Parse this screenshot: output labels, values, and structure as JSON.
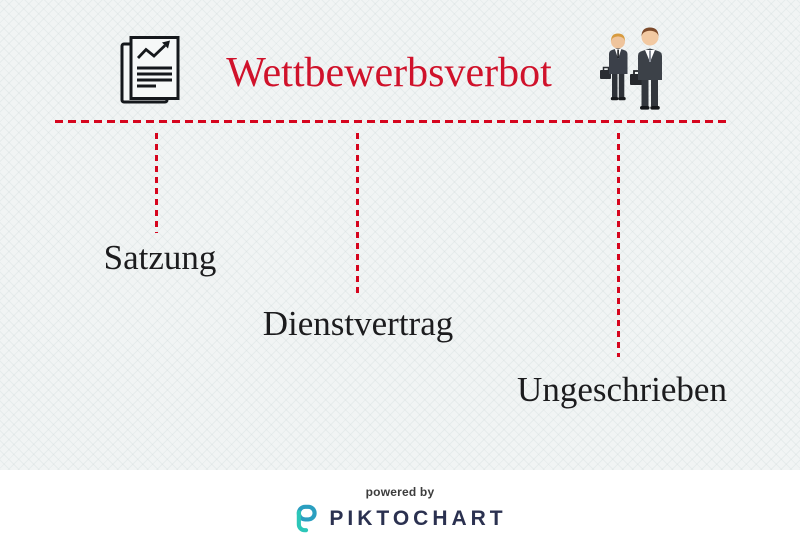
{
  "header": {
    "title": "Wettbewerbsverbot"
  },
  "icons": {
    "report_icon": "report-document-icon",
    "businessmen_icon": "two-businessmen-icon",
    "brand_mark": "piktochart-logo-icon"
  },
  "branches": [
    {
      "label": "Satzung"
    },
    {
      "label": "Dienstvertrag"
    },
    {
      "label": "Ungeschrieben"
    }
  ],
  "footer": {
    "powered_by": "powered by",
    "brand": "PIKTOCHART"
  },
  "colors": {
    "title_red": "#d0122b",
    "dash_red": "#d6051e",
    "label_dark": "#1c1c1e",
    "brand_navy": "#2b3150",
    "brand_teal": "#2cc6b8",
    "canvas_background": "#f1f4f4",
    "footer_background": "#ffffff"
  }
}
